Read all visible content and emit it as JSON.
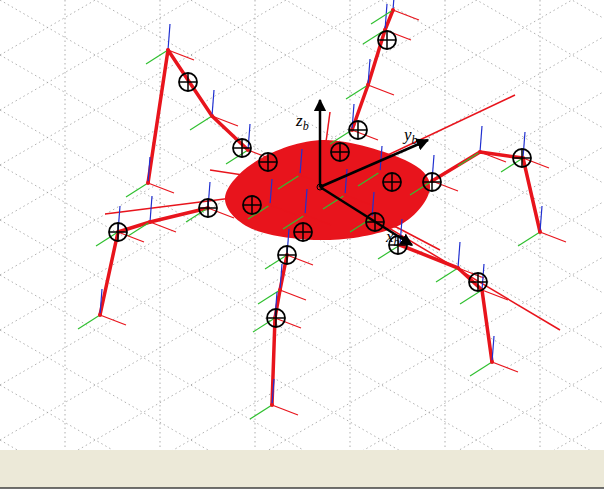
{
  "diagram": {
    "labels": [
      "zb",
      "yb",
      "xb"
    ]
  }
}
